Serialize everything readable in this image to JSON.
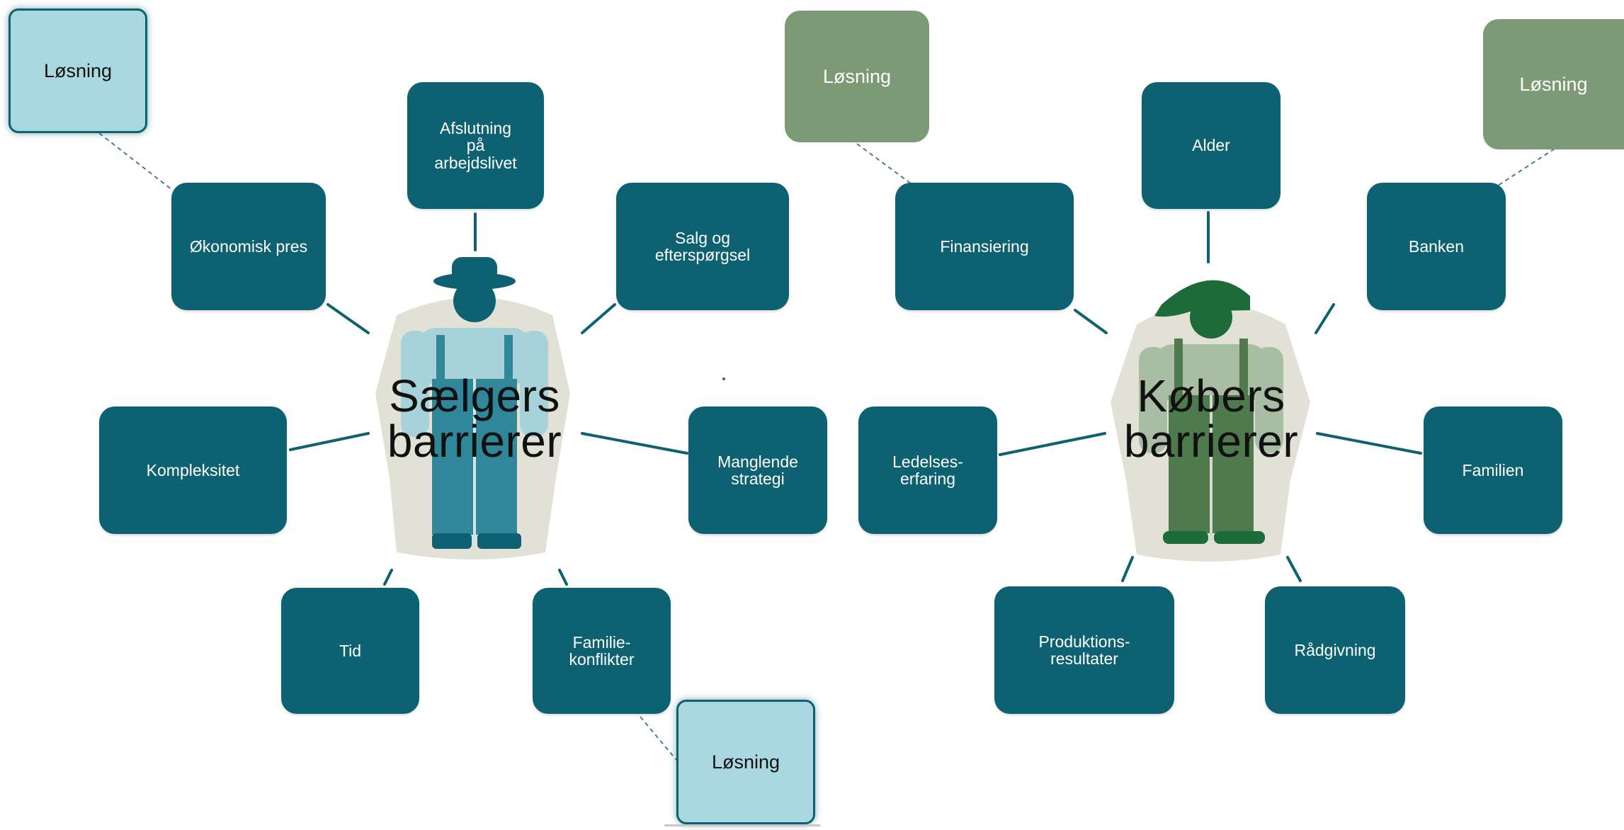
{
  "seller": {
    "title": "Sælgers\nbarrierer",
    "barriers": {
      "afslutning": "Afslutning\npå\narbejdslivet",
      "okonomisk": "Økonomisk pres",
      "salg": "Salg og\nefterspørgsel",
      "kompleksitet": "Kompleksitet",
      "manglende": "Manglende\nstrategi",
      "tid": "Tid",
      "familiekonflikter": "Familie-\nkonflikter"
    },
    "solutions": {
      "top_left": "Løsning",
      "bottom": "Løsning"
    }
  },
  "buyer": {
    "title": "Købers\nbarrierer",
    "barriers": {
      "alder": "Alder",
      "finansiering": "Finansiering",
      "banken": "Banken",
      "ledelseserfaring": "Ledelses-\nerfaring",
      "familien": "Familien",
      "produktionsresultater": "Produktions-\nresultater",
      "radgivning": "Rådgivning"
    },
    "solutions": {
      "top_left": "Løsning",
      "top_right": "Løsning"
    }
  },
  "colors": {
    "barrier_box": "#0e6170",
    "seller_solution": "#a9d8e1",
    "buyer_solution": "#7d9a76",
    "seller_figure": "#2f8799",
    "buyer_figure": "#4e7a4e",
    "connector": "#0e6170"
  },
  "icons": {
    "seller_figure": "farmer-hat-figure-icon",
    "buyer_figure": "farmer-cap-figure-icon"
  }
}
